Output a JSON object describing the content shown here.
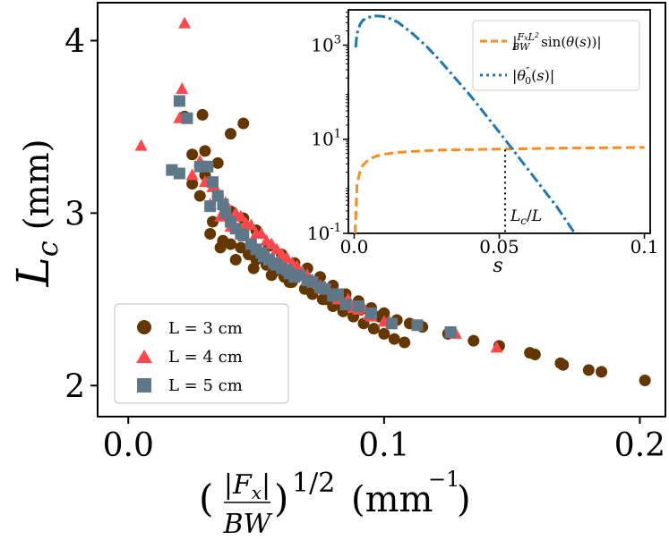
{
  "chart_data": [
    {
      "type": "scatter",
      "xlabel": "(|Fx|/BW)^1/2 (mm^-1)",
      "ylabel": "Lc (mm)",
      "xlim": [
        -0.012,
        0.21
      ],
      "ylim": [
        1.82,
        4.22
      ],
      "xticks": [
        {
          "v": 0.0,
          "label": "0.0"
        },
        {
          "v": 0.1,
          "label": "0.1"
        },
        {
          "v": 0.2,
          "label": "0.2"
        }
      ],
      "yticks": [
        {
          "v": 2,
          "label": "2"
        },
        {
          "v": 3,
          "label": "3"
        },
        {
          "v": 4,
          "label": "4"
        }
      ],
      "legend": {
        "location": "lower-left"
      },
      "series": [
        {
          "name": "L = 3 cm",
          "marker": "circle",
          "color": "#653700",
          "points": [
            [
              0.022,
              3.56
            ],
            [
              0.029,
              3.57
            ],
            [
              0.025,
              3.34
            ],
            [
              0.03,
              3.36
            ],
            [
              0.035,
              3.29
            ],
            [
              0.04,
              3.46
            ],
            [
              0.045,
              3.52
            ],
            [
              0.03,
              3.22
            ],
            [
              0.035,
              3.1
            ],
            [
              0.04,
              3.01
            ],
            [
              0.045,
              2.97
            ],
            [
              0.05,
              2.9
            ],
            [
              0.055,
              2.81
            ],
            [
              0.06,
              2.76
            ],
            [
              0.065,
              2.71
            ],
            [
              0.07,
              2.68
            ],
            [
              0.075,
              2.63
            ],
            [
              0.08,
              2.58
            ],
            [
              0.085,
              2.53
            ],
            [
              0.09,
              2.49
            ],
            [
              0.095,
              2.45
            ],
            [
              0.1,
              2.42
            ],
            [
              0.105,
              2.38
            ],
            [
              0.11,
              2.36
            ],
            [
              0.115,
              2.34
            ],
            [
              0.125,
              2.3
            ],
            [
              0.135,
              2.26
            ],
            [
              0.145,
              2.23
            ],
            [
              0.157,
              2.19
            ],
            [
              0.159,
              2.18
            ],
            [
              0.169,
              2.13
            ],
            [
              0.17,
              2.12
            ],
            [
              0.18,
              2.09
            ],
            [
              0.185,
              2.08
            ],
            [
              0.202,
              2.03
            ],
            [
              0.025,
              3.17
            ],
            [
              0.028,
              3.1
            ],
            [
              0.033,
              2.95
            ],
            [
              0.037,
              2.84
            ],
            [
              0.04,
              2.82
            ],
            [
              0.044,
              2.8
            ],
            [
              0.047,
              2.76
            ],
            [
              0.05,
              2.73
            ],
            [
              0.054,
              2.7
            ],
            [
              0.057,
              2.66
            ],
            [
              0.061,
              2.63
            ],
            [
              0.064,
              2.6
            ],
            [
              0.069,
              2.56
            ],
            [
              0.072,
              2.53
            ],
            [
              0.076,
              2.5
            ],
            [
              0.08,
              2.46
            ],
            [
              0.084,
              2.43
            ],
            [
              0.088,
              2.4
            ],
            [
              0.092,
              2.36
            ],
            [
              0.096,
              2.33
            ],
            [
              0.1,
              2.3
            ],
            [
              0.104,
              2.27
            ],
            [
              0.108,
              2.25
            ],
            [
              0.032,
              2.88
            ],
            [
              0.036,
              2.8
            ],
            [
              0.042,
              2.73
            ],
            [
              0.049,
              2.68
            ],
            [
              0.056,
              2.64
            ],
            [
              0.063,
              2.6
            ],
            [
              0.07,
              2.56
            ],
            [
              0.077,
              2.5
            ],
            [
              0.084,
              2.46
            ],
            [
              0.091,
              2.44
            ],
            [
              0.098,
              2.4
            ]
          ]
        },
        {
          "name": "L = 4 cm",
          "marker": "triangle",
          "color": "#ff474c",
          "points": [
            [
              0.005,
              3.39
            ],
            [
              0.022,
              4.1
            ],
            [
              0.021,
              3.72
            ],
            [
              0.02,
              3.55
            ],
            [
              0.025,
              3.22
            ],
            [
              0.03,
              3.18
            ],
            [
              0.035,
              3.12
            ],
            [
              0.038,
              3.06
            ],
            [
              0.042,
              3.0
            ],
            [
              0.046,
              2.94
            ],
            [
              0.05,
              2.88
            ],
            [
              0.054,
              2.84
            ],
            [
              0.058,
              2.79
            ],
            [
              0.062,
              2.74
            ],
            [
              0.066,
              2.69
            ],
            [
              0.07,
              2.64
            ],
            [
              0.075,
              2.58
            ],
            [
              0.08,
              2.53
            ],
            [
              0.085,
              2.48
            ],
            [
              0.09,
              2.44
            ],
            [
              0.095,
              2.4
            ],
            [
              0.1,
              2.37
            ],
            [
              0.028,
              3.3
            ],
            [
              0.033,
              3.15
            ],
            [
              0.044,
              2.98
            ],
            [
              0.048,
              2.93
            ],
            [
              0.052,
              2.88
            ],
            [
              0.056,
              2.82
            ],
            [
              0.06,
              2.76
            ],
            [
              0.064,
              2.71
            ],
            [
              0.068,
              2.66
            ],
            [
              0.072,
              2.61
            ],
            [
              0.076,
              2.56
            ],
            [
              0.082,
              2.5
            ],
            [
              0.088,
              2.45
            ],
            [
              0.094,
              2.41
            ],
            [
              0.102,
              2.37
            ],
            [
              0.128,
              2.3
            ],
            [
              0.144,
              2.22
            ],
            [
              0.032,
              3.05
            ],
            [
              0.036,
              2.98
            ],
            [
              0.04,
              2.92
            ],
            [
              0.07,
              2.62
            ],
            [
              0.078,
              2.56
            ],
            [
              0.086,
              2.5
            ],
            [
              0.092,
              2.45
            ]
          ]
        },
        {
          "name": "L = 5 cm",
          "marker": "square",
          "color": "#5f7889",
          "points": [
            [
              0.017,
              3.25
            ],
            [
              0.02,
              3.65
            ],
            [
              0.02,
              3.23
            ],
            [
              0.023,
              3.55
            ],
            [
              0.028,
              3.27
            ],
            [
              0.031,
              3.27
            ],
            [
              0.032,
              3.04
            ],
            [
              0.033,
              3.18
            ],
            [
              0.035,
              3.1
            ],
            [
              0.037,
              3.05
            ],
            [
              0.038,
              3.0
            ],
            [
              0.04,
              2.95
            ],
            [
              0.042,
              2.91
            ],
            [
              0.045,
              2.87
            ],
            [
              0.048,
              2.82
            ],
            [
              0.05,
              2.79
            ],
            [
              0.053,
              2.75
            ],
            [
              0.055,
              2.73
            ],
            [
              0.058,
              2.7
            ],
            [
              0.06,
              2.68
            ],
            [
              0.063,
              2.65
            ],
            [
              0.065,
              2.63
            ],
            [
              0.07,
              2.61
            ],
            [
              0.075,
              2.57
            ],
            [
              0.08,
              2.52
            ],
            [
              0.085,
              2.47
            ],
            [
              0.09,
              2.46
            ],
            [
              0.095,
              2.42
            ],
            [
              0.103,
              2.36
            ],
            [
              0.113,
              2.35
            ],
            [
              0.126,
              2.31
            ],
            [
              0.044,
              2.88
            ],
            [
              0.052,
              2.77
            ],
            [
              0.057,
              2.71
            ],
            [
              0.062,
              2.67
            ],
            [
              0.067,
              2.64
            ],
            [
              0.072,
              2.6
            ],
            [
              0.077,
              2.56
            ],
            [
              0.082,
              2.53
            ]
          ]
        }
      ]
    },
    {
      "type": "line",
      "xlabel": "s",
      "ylabel": "",
      "xlim": [
        -0.002,
        0.102
      ],
      "y_log10_range": [
        -1,
        3.75
      ],
      "y_scale": "log",
      "xticks": [
        {
          "v": 0.0,
          "label": "0.0"
        },
        {
          "v": 0.05,
          "label": "0.05"
        },
        {
          "v": 0.1,
          "label": "0.1"
        }
      ],
      "yticks": [
        {
          "log": -1,
          "base": "10",
          "exp": "-1"
        },
        {
          "log": 1,
          "base": "10",
          "exp": "1"
        },
        {
          "log": 3,
          "base": "10",
          "exp": "3"
        }
      ],
      "legend": {
        "location": "top-right"
      },
      "series": [
        {
          "name": "|(Fx L^2/BW) sin(θ(s))|",
          "style": "dashed",
          "color": "#ff8c1a",
          "x": [
            0.0003,
            0.001,
            0.002,
            0.003,
            0.005,
            0.0075,
            0.01,
            0.015,
            0.02,
            0.03,
            0.04,
            0.05,
            0.06,
            0.07,
            0.08,
            0.09,
            0.1
          ],
          "log10": [
            -1.0,
            0.05,
            0.32,
            0.45,
            0.57,
            0.64,
            0.68,
            0.72,
            0.74,
            0.77,
            0.78,
            0.79,
            0.8,
            0.81,
            0.815,
            0.82,
            0.825
          ]
        },
        {
          "name": "|θ0''(s)|",
          "style": "dashdot",
          "color": "#1f77b4",
          "x": [
            0.0005,
            0.001,
            0.002,
            0.003,
            0.005,
            0.0075,
            0.01,
            0.0125,
            0.015,
            0.02,
            0.025,
            0.03,
            0.04,
            0.05,
            0.06,
            0.07,
            0.076
          ],
          "log10": [
            2.95,
            3.25,
            3.44,
            3.53,
            3.59,
            3.62,
            3.61,
            3.56,
            3.49,
            3.25,
            2.97,
            2.64,
            1.93,
            1.15,
            0.35,
            -0.45,
            -1.0
          ]
        }
      ],
      "annotation": {
        "text": "Lc/L",
        "x": 0.052
      }
    }
  ]
}
